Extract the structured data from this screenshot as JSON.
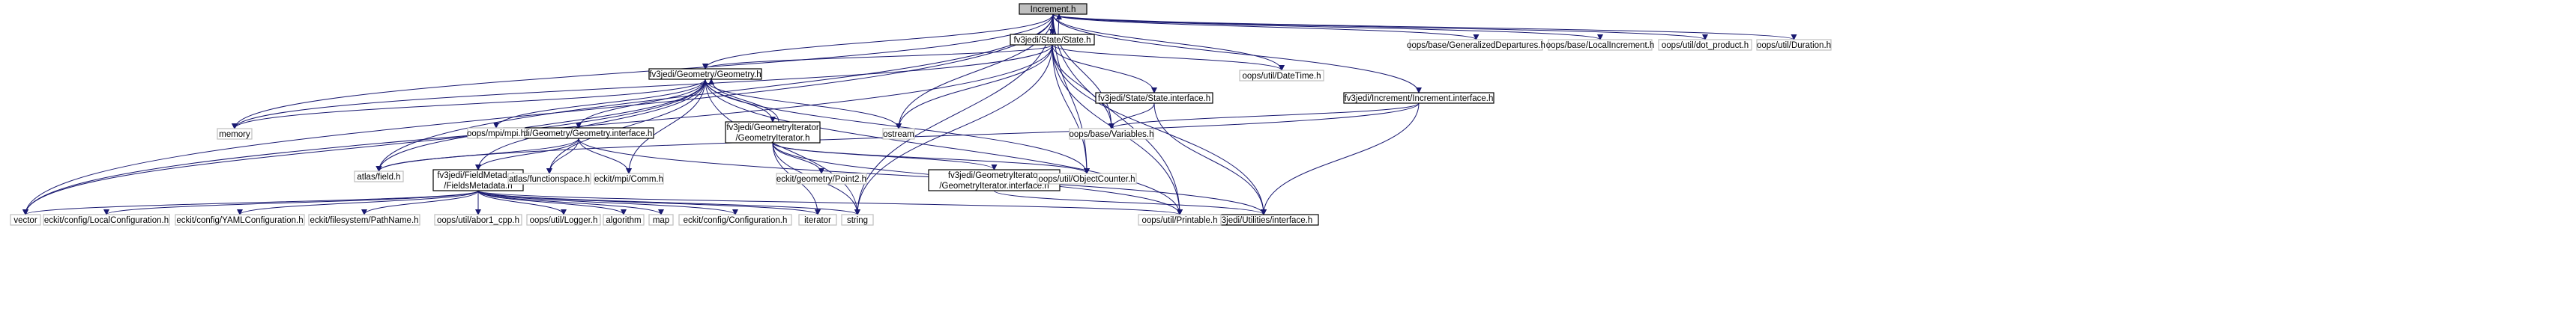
{
  "graph": {
    "colors": {
      "edge": "#191970",
      "root_fill": "#bfbfbf",
      "node_fill": "#ffffff",
      "node_border": "#000000",
      "external_border": "#bfbfbf"
    },
    "nodes": [
      {
        "id": "increment",
        "lines": [
          "Increment.h"
        ],
        "kind": "root"
      },
      {
        "id": "state",
        "lines": [
          "fv3jedi/State/State.h"
        ],
        "kind": "internal"
      },
      {
        "id": "geometry",
        "lines": [
          "fv3jedi/Geometry/Geometry.h"
        ],
        "kind": "internal"
      },
      {
        "id": "state_interface",
        "lines": [
          "fv3jedi/State/State.interface.h"
        ],
        "kind": "internal"
      },
      {
        "id": "increment_interface",
        "lines": [
          "fv3jedi/Increment/Increment.interface.h"
        ],
        "kind": "internal"
      },
      {
        "id": "geometry_interface",
        "lines": [
          "fv3jedi/Geometry/Geometry.interface.h"
        ],
        "kind": "internal"
      },
      {
        "id": "geometry_iterator",
        "lines": [
          "fv3jedi/GeometryIterator",
          "/GeometryIterator.h"
        ],
        "kind": "internal"
      },
      {
        "id": "fields_metadata",
        "lines": [
          "fv3jedi/FieldMetadata",
          "/FieldsMetadata.h"
        ],
        "kind": "internal"
      },
      {
        "id": "geometry_iterator_interface",
        "lines": [
          "fv3jedi/GeometryIterator",
          "/GeometryIterator.interface.h"
        ],
        "kind": "internal"
      },
      {
        "id": "utilities_interface",
        "lines": [
          "fv3jedi/Utilities/interface.h"
        ],
        "kind": "internal"
      },
      {
        "id": "general_departures",
        "lines": [
          "oops/base/GeneralizedDepartures.h"
        ],
        "kind": "external"
      },
      {
        "id": "local_increment",
        "lines": [
          "oops/base/LocalIncrement.h"
        ],
        "kind": "external"
      },
      {
        "id": "dot_product",
        "lines": [
          "oops/util/dot_product.h"
        ],
        "kind": "external"
      },
      {
        "id": "duration",
        "lines": [
          "oops/util/Duration.h"
        ],
        "kind": "external"
      },
      {
        "id": "datetime",
        "lines": [
          "oops/util/DateTime.h"
        ],
        "kind": "external"
      },
      {
        "id": "memory",
        "lines": [
          "memory"
        ],
        "kind": "external"
      },
      {
        "id": "mpi",
        "lines": [
          "oops/mpi/mpi.h"
        ],
        "kind": "external"
      },
      {
        "id": "ostream",
        "lines": [
          "ostream"
        ],
        "kind": "external"
      },
      {
        "id": "variables",
        "lines": [
          "oops/base/Variables.h"
        ],
        "kind": "external"
      },
      {
        "id": "atlas_field",
        "lines": [
          "atlas/field.h"
        ],
        "kind": "external"
      },
      {
        "id": "atlas_functionspace",
        "lines": [
          "atlas/functionspace.h"
        ],
        "kind": "external"
      },
      {
        "id": "eckit_comm",
        "lines": [
          "eckit/mpi/Comm.h"
        ],
        "kind": "external"
      },
      {
        "id": "point2",
        "lines": [
          "eckit/geometry/Point2.h"
        ],
        "kind": "external"
      },
      {
        "id": "object_counter",
        "lines": [
          "oops/util/ObjectCounter.h"
        ],
        "kind": "external"
      },
      {
        "id": "vector",
        "lines": [
          "vector"
        ],
        "kind": "external"
      },
      {
        "id": "local_configuration",
        "lines": [
          "eckit/config/LocalConfiguration.h"
        ],
        "kind": "external"
      },
      {
        "id": "yaml_configuration",
        "lines": [
          "eckit/config/YAMLConfiguration.h"
        ],
        "kind": "external"
      },
      {
        "id": "pathname",
        "lines": [
          "eckit/filesystem/PathName.h"
        ],
        "kind": "external"
      },
      {
        "id": "abor1",
        "lines": [
          "oops/util/abor1_cpp.h"
        ],
        "kind": "external"
      },
      {
        "id": "logger",
        "lines": [
          "oops/util/Logger.h"
        ],
        "kind": "external"
      },
      {
        "id": "algorithm",
        "lines": [
          "algorithm"
        ],
        "kind": "external"
      },
      {
        "id": "map",
        "lines": [
          "map"
        ],
        "kind": "external"
      },
      {
        "id": "configuration",
        "lines": [
          "eckit/config/Configuration.h"
        ],
        "kind": "external"
      },
      {
        "id": "iterator",
        "lines": [
          "iterator"
        ],
        "kind": "external"
      },
      {
        "id": "string",
        "lines": [
          "string"
        ],
        "kind": "external"
      },
      {
        "id": "printable",
        "lines": [
          "oops/util/Printable.h"
        ],
        "kind": "external"
      }
    ],
    "edges": [
      [
        "increment",
        "state"
      ],
      [
        "increment",
        "geometry"
      ],
      [
        "increment",
        "increment_interface"
      ],
      [
        "increment",
        "general_departures"
      ],
      [
        "increment",
        "local_increment"
      ],
      [
        "increment",
        "dot_product"
      ],
      [
        "increment",
        "duration"
      ],
      [
        "increment",
        "datetime"
      ],
      [
        "increment",
        "memory"
      ],
      [
        "increment",
        "ostream"
      ],
      [
        "increment",
        "variables"
      ],
      [
        "increment",
        "atlas_field"
      ],
      [
        "increment",
        "object_counter"
      ],
      [
        "increment",
        "string"
      ],
      [
        "increment",
        "vector"
      ],
      [
        "increment",
        "printable"
      ],
      [
        "state",
        "increment"
      ],
      [
        "state",
        "geometry"
      ],
      [
        "state",
        "state_interface"
      ],
      [
        "state",
        "datetime"
      ],
      [
        "state",
        "memory"
      ],
      [
        "state",
        "ostream"
      ],
      [
        "state",
        "variables"
      ],
      [
        "state",
        "vector"
      ],
      [
        "state",
        "object_counter"
      ],
      [
        "state",
        "printable"
      ],
      [
        "state",
        "string"
      ],
      [
        "state",
        "utilities_interface"
      ],
      [
        "geometry",
        "geometry_iterator"
      ],
      [
        "geometry",
        "geometry_interface"
      ],
      [
        "geometry",
        "fields_metadata"
      ],
      [
        "geometry",
        "memory"
      ],
      [
        "geometry",
        "mpi"
      ],
      [
        "geometry",
        "ostream"
      ],
      [
        "geometry",
        "atlas_field"
      ],
      [
        "geometry",
        "atlas_functionspace"
      ],
      [
        "geometry",
        "eckit_comm"
      ],
      [
        "geometry",
        "object_counter"
      ],
      [
        "geometry",
        "printable"
      ],
      [
        "geometry",
        "vector"
      ],
      [
        "geometry",
        "string"
      ],
      [
        "geometry_interface",
        "atlas_field"
      ],
      [
        "geometry_interface",
        "atlas_functionspace"
      ],
      [
        "geometry_interface",
        "eckit_comm"
      ],
      [
        "geometry_interface",
        "fields_metadata"
      ],
      [
        "geometry_interface",
        "utilities_interface"
      ],
      [
        "geometry_iterator",
        "geometry"
      ],
      [
        "geometry_iterator",
        "geometry_iterator_interface"
      ],
      [
        "geometry_iterator",
        "point2"
      ],
      [
        "geometry_iterator",
        "object_counter"
      ],
      [
        "geometry_iterator",
        "printable"
      ],
      [
        "geometry_iterator",
        "iterator"
      ],
      [
        "geometry_iterator",
        "string"
      ],
      [
        "state_interface",
        "variables"
      ],
      [
        "state_interface",
        "utilities_interface"
      ],
      [
        "increment_interface",
        "variables"
      ],
      [
        "increment_interface",
        "atlas_field"
      ],
      [
        "increment_interface",
        "utilities_interface"
      ],
      [
        "fields_metadata",
        "vector"
      ],
      [
        "fields_metadata",
        "local_configuration"
      ],
      [
        "fields_metadata",
        "yaml_configuration"
      ],
      [
        "fields_metadata",
        "pathname"
      ],
      [
        "fields_metadata",
        "abor1"
      ],
      [
        "fields_metadata",
        "logger"
      ],
      [
        "fields_metadata",
        "algorithm"
      ],
      [
        "fields_metadata",
        "map"
      ],
      [
        "fields_metadata",
        "configuration"
      ],
      [
        "fields_metadata",
        "iterator"
      ],
      [
        "fields_metadata",
        "string"
      ],
      [
        "fields_metadata",
        "printable"
      ],
      [
        "geometry_iterator_interface",
        "utilities_interface"
      ]
    ]
  }
}
